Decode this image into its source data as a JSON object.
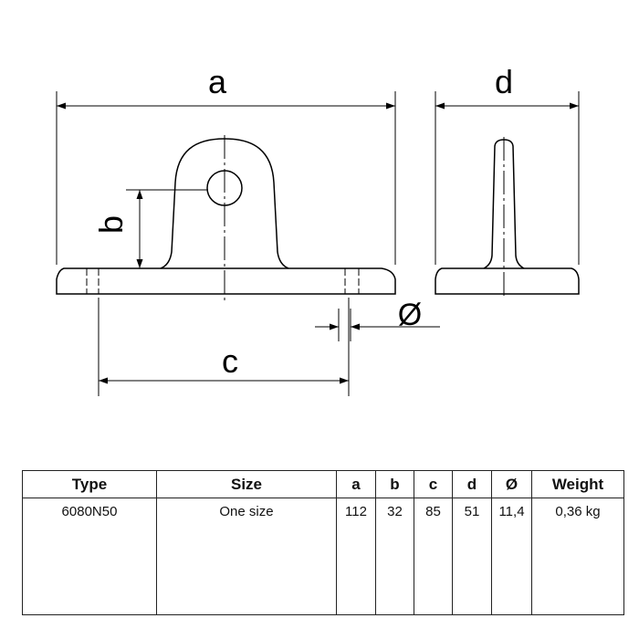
{
  "drawing": {
    "labels": {
      "a": "a",
      "b": "b",
      "c": "c",
      "d": "d",
      "diameter": "Ø"
    }
  },
  "table": {
    "headers": [
      "Type",
      "Size",
      "a",
      "b",
      "c",
      "d",
      "Ø",
      "Weight"
    ],
    "rows": [
      [
        "6080N50",
        "One size",
        "112",
        "32",
        "85",
        "51",
        "11,4",
        "0,36 kg"
      ]
    ]
  }
}
